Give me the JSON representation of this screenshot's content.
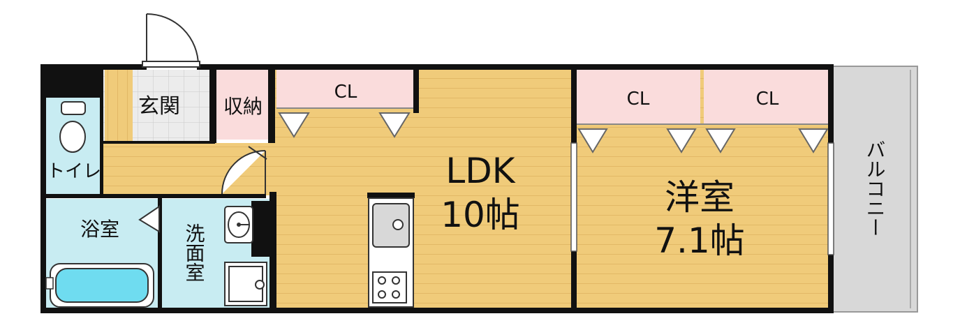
{
  "rooms": {
    "genkan": "玄関",
    "storage": "収納",
    "toilet": "トイレ",
    "bath": "浴室",
    "washroom": "洗面室",
    "ldk_name": "LDK",
    "ldk_size": "10帖",
    "western_name": "洋室",
    "western_size": "7.1帖",
    "balcony": "バルコニー",
    "closet_ldk": "CL",
    "closet_west_1": "CL",
    "closet_west_2": "CL"
  },
  "colors": {
    "wall": "#111111",
    "wood_floor": "#f0cb7a",
    "wood_line": "#e2b866",
    "closet": "#fadcdc",
    "wet_area": "#c8ecf2",
    "tile": "#ececec",
    "balcony": "#d8d8d8",
    "tub_water": "#6fdcf0"
  },
  "icons": [
    "door-swing-icon",
    "toilet-icon",
    "bathtub-icon",
    "sink-icon",
    "washing-machine-icon",
    "kitchen-sink-icon",
    "stove-icon",
    "window-icon"
  ]
}
